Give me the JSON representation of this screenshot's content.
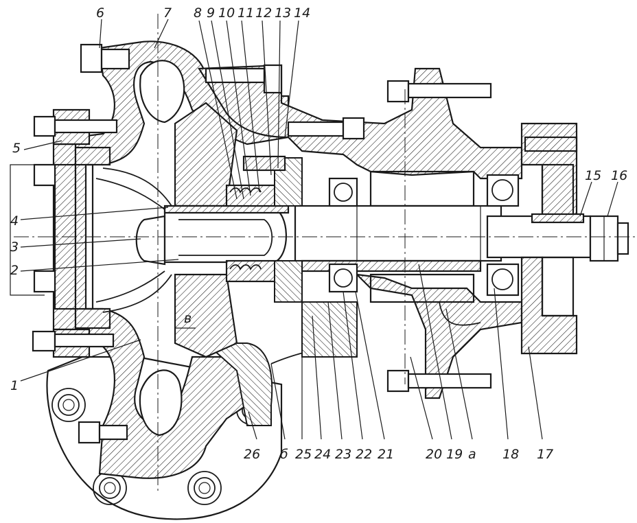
{
  "labels": {
    "top": [
      "6",
      "7",
      "8",
      "9",
      "10",
      "11",
      "12",
      "13",
      "14"
    ],
    "left": [
      "5",
      "4",
      "3",
      "2",
      "1"
    ],
    "bottom": [
      "26",
      "б",
      "25",
      "24",
      "23",
      "22",
      "21",
      "20",
      "19",
      "а",
      "18",
      "17"
    ],
    "right": [
      "15",
      "16"
    ],
    "gap": "в"
  }
}
